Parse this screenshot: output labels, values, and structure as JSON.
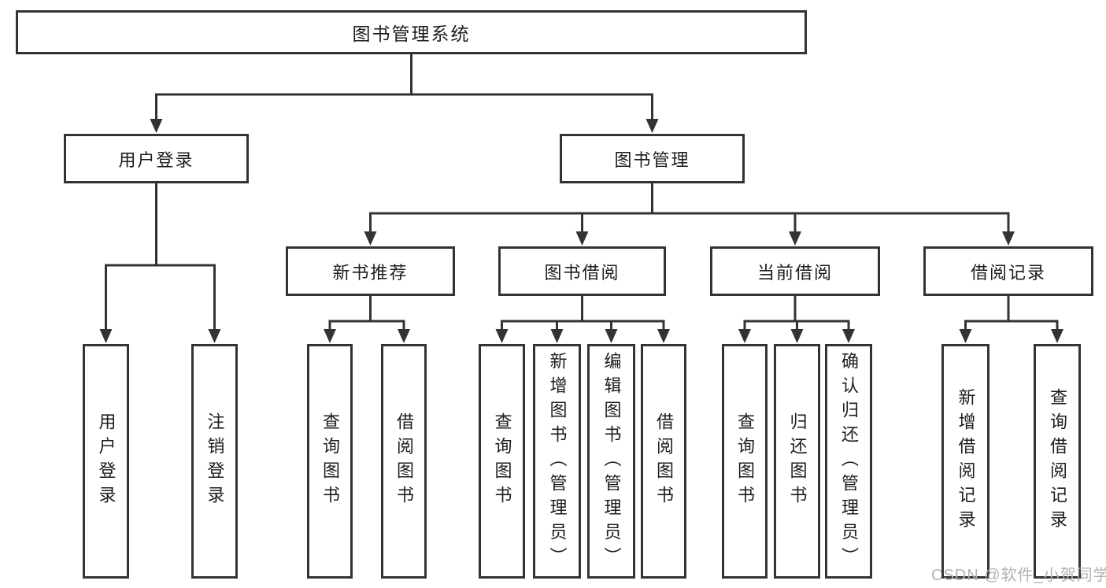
{
  "colors": {
    "line": "#333333",
    "text": "#1d1d1d",
    "box_background": "#ffffff",
    "watermark": "#b3b3b3"
  },
  "watermark": "CSDN @软件_小贺同学",
  "nodes": {
    "root": {
      "label": "图书管理系统"
    },
    "user_login": {
      "label": "用户登录"
    },
    "book_management": {
      "label": "图书管理"
    },
    "new_book_recommend": {
      "label": "新书推荐"
    },
    "book_borrow": {
      "label": "图书借阅"
    },
    "current_borrow": {
      "label": "当前借阅"
    },
    "borrow_record": {
      "label": "借阅记录"
    },
    "leaf_user_login": {
      "label": "用户登录"
    },
    "leaf_logout": {
      "label": "注销登录"
    },
    "leaf_recommend_query_book": {
      "label": "查询图书"
    },
    "leaf_recommend_borrow_book": {
      "label": "借阅图书"
    },
    "leaf_borrow_query_book": {
      "label": "查询图书"
    },
    "leaf_borrow_add_book": {
      "label": "新增图书（管理员）"
    },
    "leaf_borrow_edit_book": {
      "label": "编辑图书（管理员）"
    },
    "leaf_borrow_borrow_book": {
      "label": "借阅图书"
    },
    "leaf_current_query_book": {
      "label": "查询图书"
    },
    "leaf_current_return_book": {
      "label": "归还图书"
    },
    "leaf_current_confirm_return": {
      "label": "确认归还（管理员）"
    },
    "leaf_record_add": {
      "label": "新增借阅记录"
    },
    "leaf_record_query": {
      "label": "查询借阅记录"
    }
  }
}
